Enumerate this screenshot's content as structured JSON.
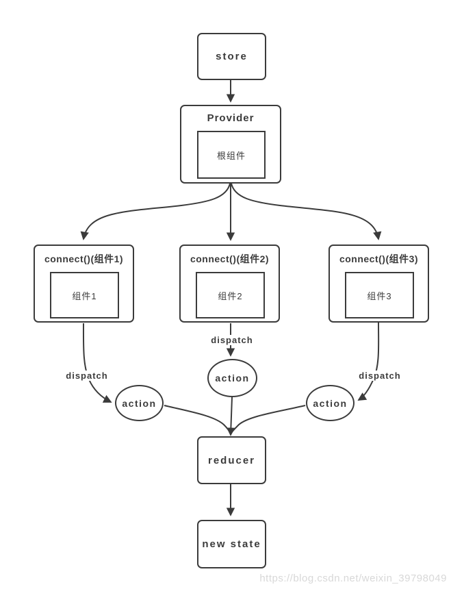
{
  "nodes": {
    "store": "store",
    "provider": "Provider",
    "root_component": "根组件",
    "connect1": "connect()(组件1)",
    "component1": "组件1",
    "connect2": "connect()(组件2)",
    "component2": "组件2",
    "connect3": "connect()(组件3)",
    "component3": "组件3",
    "action1": "action",
    "action2": "action",
    "action3": "action",
    "reducer": "reducer",
    "new_state": "new state"
  },
  "edge_labels": {
    "dispatch1": "dispatch",
    "dispatch2": "dispatch",
    "dispatch3": "dispatch"
  },
  "colors": {
    "line": "#3b3b3b",
    "text": "#3b3b3b",
    "canvas_bg": "#ffffff",
    "watermark": "#d8d8d8"
  },
  "watermark": "https://blog.csdn.net/weixin_39798049"
}
